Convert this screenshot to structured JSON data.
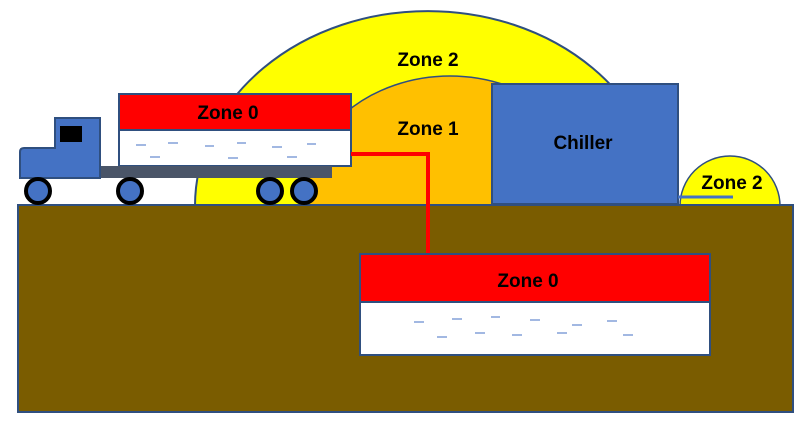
{
  "diagram": {
    "labels": {
      "zone2_large": "Zone 2",
      "zone1": "Zone 1",
      "zone0_trailer": "Zone 0",
      "chiller": "Chiller",
      "zone2_small": "Zone 2",
      "zone0_tank": "Zone 0"
    },
    "colors": {
      "ground": "#7a5c00",
      "zone2": "#ffff00",
      "zone1": "#ffc000",
      "zone0": "#ff0000",
      "chiller": "#4472c4",
      "truck": "#4472c4",
      "liquid": "#ffffff",
      "pipe": "#ff0000",
      "outline": "#2f4f7f"
    }
  }
}
